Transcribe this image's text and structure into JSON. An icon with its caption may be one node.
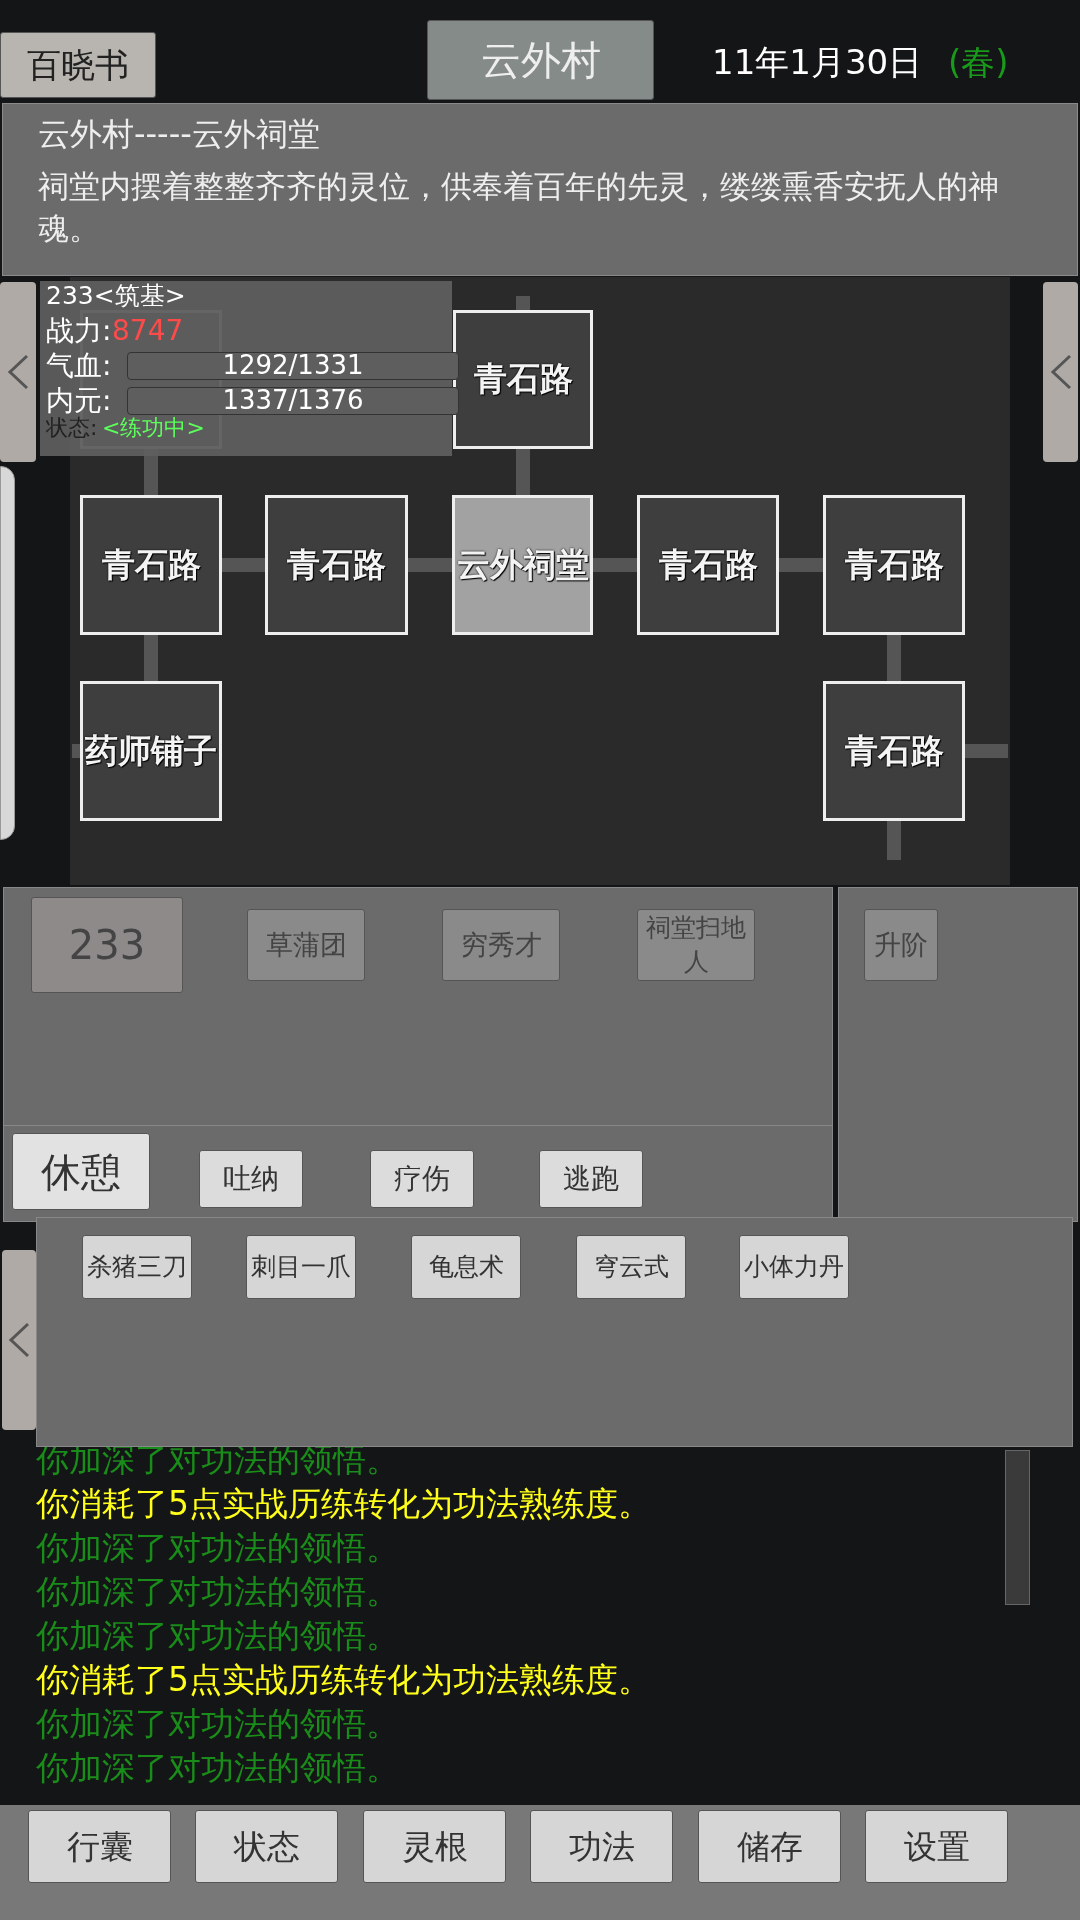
{
  "diagram": {
    "nodes": [
      {
        "text": [],
        "shape": "box"
      },
      {
        "text": [
          "青石路"
        ]
      },
      {
        "text": [
          "青石路"
        ]
      },
      {
        "text": [
          "青石路"
        ]
      },
      {
        "text": [
          "云外祠堂"
        ]
      },
      {
        "text": [
          "青石路"
        ]
      },
      {
        "text": [
          "青石路"
        ]
      },
      {
        "text": [
          "药师铺子"
        ]
      },
      {
        "text": [
          "青石路"
        ]
      },
      {
        "text": [],
        "shape": "bar"
      }
    ],
    "edges": [
      {
        "from": null,
        "to": 1,
        "arrow": "none"
      },
      {
        "from": 0,
        "to": 2,
        "arrow": "none"
      },
      {
        "from": 1,
        "to": 4,
        "arrow": "none"
      },
      {
        "from": 2,
        "to": 3,
        "arrow": "none"
      },
      {
        "from": 3,
        "to": 4,
        "arrow": "none"
      },
      {
        "from": 4,
        "to": 5,
        "arrow": "none"
      },
      {
        "from": 5,
        "to": 6,
        "arrow": "none"
      },
      {
        "from": 2,
        "to": 7,
        "arrow": "none"
      },
      {
        "from": 6,
        "to": 8,
        "arrow": "none"
      },
      {
        "from": 7,
        "to": null,
        "arrow": "none"
      },
      {
        "from": 8,
        "to": null,
        "arrow": "none"
      },
      {
        "from": 8,
        "to": null,
        "arrow": "none"
      }
    ],
    "labels": [
      "百晓书",
      "云外村",
      "11年1月30日",
      "(春)",
      "云外村-----云外祠堂",
      "祠堂内摆着整整齐齐的灵位，供奉着百年的先灵，缕缕熏香安抚人的神魂。",
      "233<筑基>",
      "战力:",
      "8747",
      "气血:",
      "1292/1331",
      "内元:",
      "1337/1376",
      "状态:",
      "<练功中>",
      "233",
      "草蒲团",
      "穷秀才",
      "祠堂扫地人",
      "升阶",
      "休憩",
      "吐纳",
      "疗伤",
      "逃跑",
      "杀猪三刀",
      "刺目一爪",
      "龟息术",
      "穹云式",
      "小体力丹",
      "你加深了对功法的领悟。",
      "你消耗了5点实战历练转化为功法熟练度。",
      "你加深了对功法的领悟。",
      "你加深了对功法的领悟。",
      "你加深了对功法的领悟。",
      "你消耗了5点实战历练转化为功法熟练度。",
      "你加深了对功法的领悟。",
      "你加深了对功法的领悟。",
      "行囊",
      "状态",
      "灵根",
      "功法",
      "储存",
      "设置"
    ]
  }
}
